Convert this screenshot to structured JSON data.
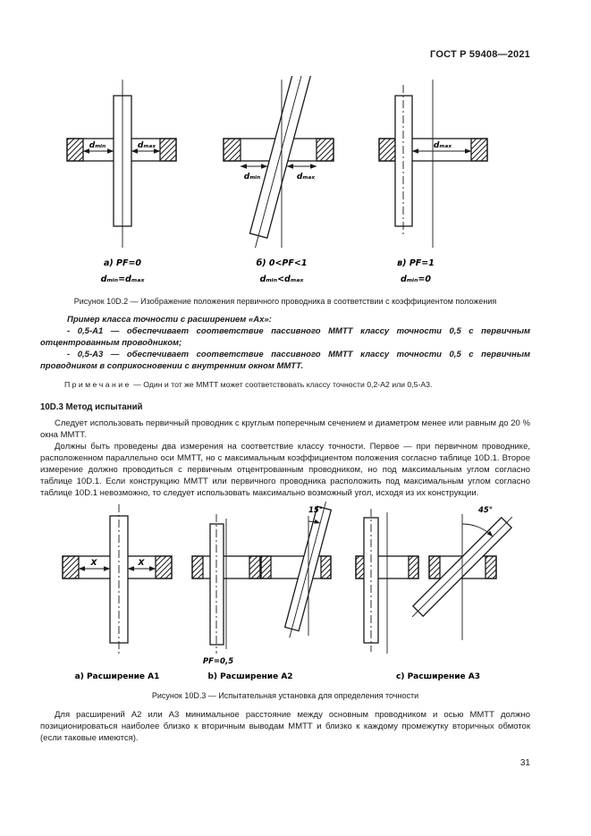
{
  "header": {
    "doc_code": "ГОСТ Р 59408—2021"
  },
  "fig2": {
    "caption": "Рисунок 10D.2 — Изображение положения первичного проводника в соответствии с коэффициентом положения",
    "a": {
      "dmin": "dₘᵢₙ",
      "dmax": "dₘₐₓ",
      "line1": "а) PF=0",
      "line2": "dₘᵢₙ=dₘₐₓ"
    },
    "b": {
      "dmin": "dₘᵢₙ",
      "dmax": "dₘₐₓ",
      "line1": "б) 0<PF<1",
      "line2": "dₘᵢₙ<dₘₐₓ"
    },
    "c": {
      "dmax": "dₘₐₓ",
      "line1": "в) PF=1",
      "line2": "dₘᵢₙ=0"
    }
  },
  "example": {
    "title": "Пример класса точности с расширением «Ах»:",
    "item1": "- 0,5-А1 — обеспечивает соответствие пассивного ММТТ классу точности 0,5 с первичным отцентрованным проводником;",
    "item2": "- 0,5-А3 — обеспечивает соответствие пассивного ММТТ классу точности 0,5 с первичным проводником в соприкосновении с внутренним окном ММТТ."
  },
  "note": {
    "label": "П р и м е ч а н и е",
    "text": "— Один и тот же ММТТ может соответствовать классу точности 0,2-А2 или 0,5-А3."
  },
  "section": {
    "heading": "10D.3 Метод испытаний",
    "para1": "Следует использовать первичный проводник с круглым поперечным сечением и диаметром менее или равным до 20 % окна ММТТ.",
    "para2": "Должны быть проведены два измерения на соответствие классу точности. Первое — при первичном проводнике, расположенном параллельно оси ММТТ, но с максимальным коэффициентом положения согласно таблице 10D.1. Второе измерение должно проводиться с первичным отцентрованным проводником, но под максимальным углом согласно таблице 10D.1. Если конструкцию ММТТ или первичного проводника расположить под максимальным углом согласно таблице 10D.1 невозможно, то следует использовать максимально возможный угол, исходя из их конструкции."
  },
  "fig3": {
    "caption": "Рисунок 10D.3 — Испытательная установка для определения точности",
    "x_label": "X",
    "pf_label": "PF=0,5",
    "angle_a2": "15°",
    "angle_a3": "45°",
    "label_a": "а) Расширение А1",
    "label_b": "b) Расширение А2",
    "label_c": "c) Расширение А3"
  },
  "closing_para": "Для расширений А2 или А3 минимальное расстояние между основным проводником и осью ММТТ должно позиционироваться наиболее близко к вторичным выводам ММТТ и близко к каждому промежутку вторичных обмоток (если таковые имеются).",
  "page_number": "31"
}
